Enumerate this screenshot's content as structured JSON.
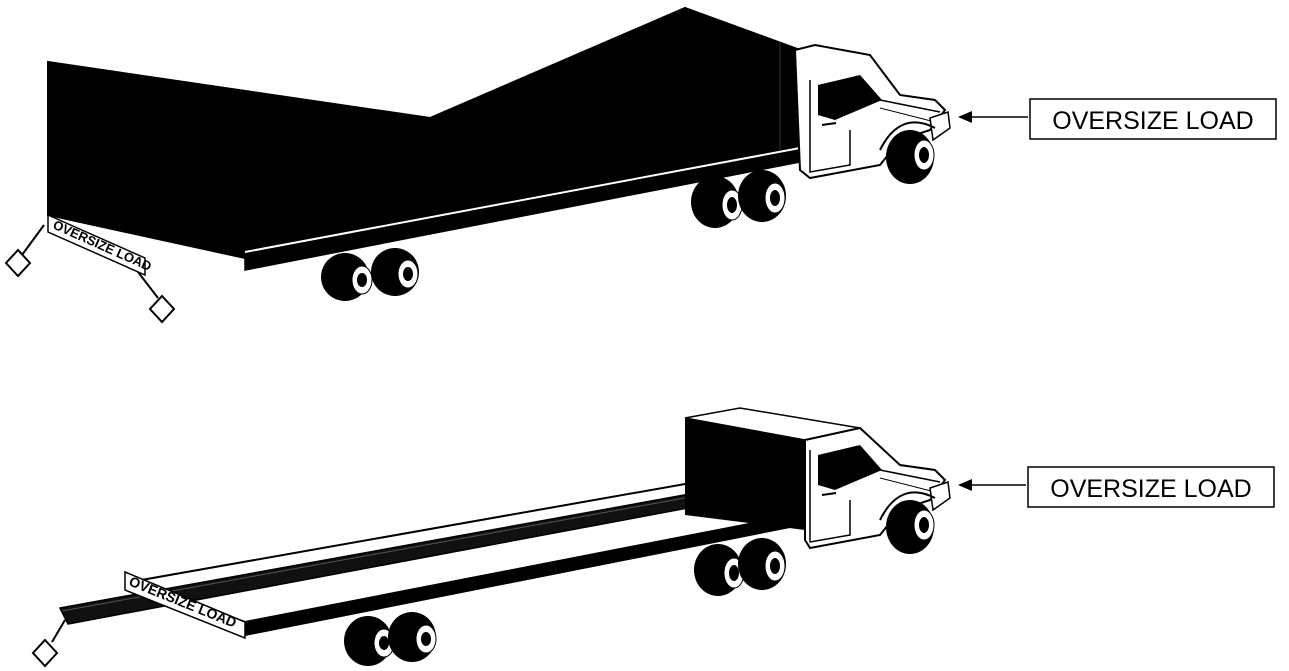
{
  "figures": [
    {
      "id": "top",
      "load_type": "enclosed-box-trailer",
      "front_sign": {
        "text": "OVERSIZE LOAD"
      },
      "rear_banner": {
        "text": "OVERSIZE LOAD"
      },
      "flags": 2
    },
    {
      "id": "bottom",
      "load_type": "flatbed-with-long-pipe",
      "front_sign": {
        "text": "OVERSIZE LOAD"
      },
      "rear_banner": {
        "text": "OVERSIZE LOAD"
      },
      "flags": 1
    }
  ],
  "colors": {
    "ink": "#000000",
    "paper": "#ffffff",
    "shade": "#1a1a1a"
  }
}
